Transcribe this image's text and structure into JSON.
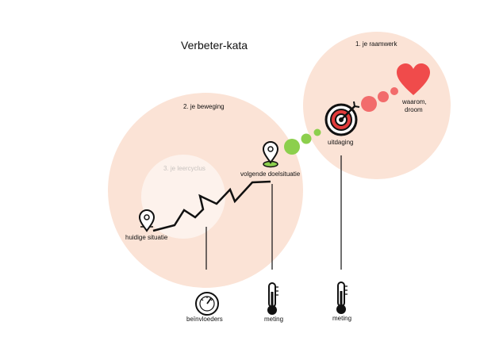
{
  "title": "Verbeter-kata",
  "circles": {
    "framework": {
      "label": "1. je raamwerk"
    },
    "movement": {
      "label": "2. je beweging"
    },
    "learning_cycle": {
      "label": "3. je leercyclus"
    }
  },
  "labels": {
    "why_dream_line1": "waarom,",
    "why_dream_line2": "droom",
    "challenge": "uitdaging",
    "next_target": "volgende doelsituatie",
    "current": "huidige situatie",
    "influencers": "beïnvloeders",
    "measure_1": "meting",
    "measure_2": "meting"
  },
  "icons": {
    "heart": "heart-icon",
    "target": "target-icon",
    "pin_current": "location-pin-icon",
    "pin_next": "location-pin-icon",
    "gauge": "gauge-icon",
    "thermometer_1": "thermometer-icon",
    "thermometer_2": "thermometer-icon"
  },
  "colors": {
    "circle_fill": "#fbe3d6",
    "inner_circle_fill": "#fdf2ec",
    "heart": "#f04b4b",
    "target_red": "#e33b3b",
    "dot_green": "#8ccf4d",
    "dot_red": "#f26c6c"
  }
}
